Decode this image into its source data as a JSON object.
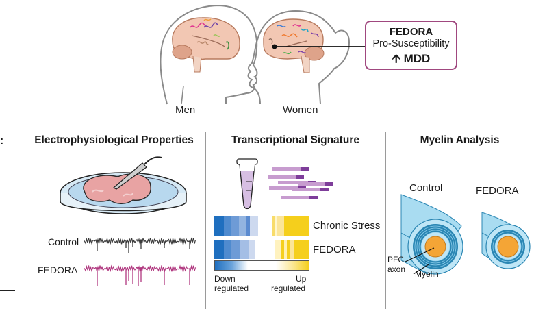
{
  "top": {
    "men_label": "Men",
    "women_label": "Women",
    "callout": {
      "line1": "FEDORA",
      "line2": "Pro-Susceptibility",
      "arrow_icon": "up-arrow-icon",
      "line3": "MDD"
    }
  },
  "left_fragment": {
    "text": ":"
  },
  "panels": [
    {
      "title": "Electrophysiological Properties",
      "traces": [
        {
          "label": "Control",
          "color": "#3a3a3a"
        },
        {
          "label": "FEDORA",
          "color": "#b0377f"
        }
      ]
    },
    {
      "title": "Transcriptional Signature",
      "rows": [
        {
          "label": "Chronic Stress"
        },
        {
          "label": "FEDORA"
        }
      ],
      "legend": {
        "down_line1": "Down",
        "down_line2": "regulated",
        "up_line1": "Up",
        "up_line2": "regulated"
      }
    },
    {
      "title": "Myelin Analysis",
      "control_label": "Control",
      "fedora_label": "FEDORA",
      "axon_label_line1": "PFC",
      "axon_label_line2": "axon",
      "myelin_label": "Myelin"
    }
  ],
  "colors": {
    "callout_border": "#a0487f",
    "brain_fill": "#f2c7b3",
    "brain_stroke": "#b77a5e",
    "down_blue": "#1f6fbf",
    "up_yellow": "#f5cf1c",
    "myelin_light": "#a9dcf1",
    "myelin_dark": "#2a86b3",
    "axon_orange": "#f4a536",
    "rna_light": "#c79ccf",
    "rna_dark": "#7e3d9a"
  }
}
